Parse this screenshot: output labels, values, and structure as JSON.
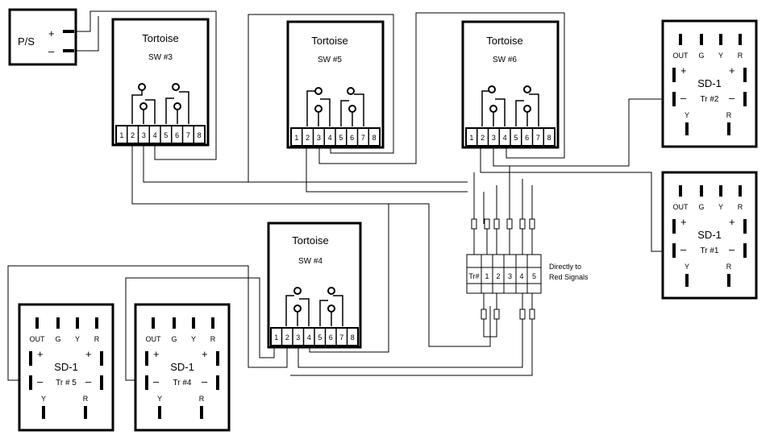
{
  "power_supply": {
    "label": "P/S",
    "plus": "+",
    "minus": "–"
  },
  "tortoises": [
    {
      "title": "Tortoise",
      "name": "SW #3"
    },
    {
      "title": "Tortoise",
      "name": "SW #5"
    },
    {
      "title": "Tortoise",
      "name": "SW #6"
    },
    {
      "title": "Tortoise",
      "name": "SW #4"
    }
  ],
  "terminal_numbers": [
    "1",
    "2",
    "3",
    "4",
    "5",
    "6",
    "7",
    "8"
  ],
  "sd1_modules": [
    {
      "title": "SD-1",
      "track": "Tr #2"
    },
    {
      "title": "SD-1",
      "track": "Tr #1"
    },
    {
      "title": "SD-1",
      "track": "Tr # 5"
    },
    {
      "title": "SD-1",
      "track": "Tr #4"
    }
  ],
  "sd1_pins": {
    "out": "OUT",
    "g": "G",
    "y": "Y",
    "r": "R",
    "plus": "+",
    "minus": "–",
    "y_bottom": "Y",
    "r_bottom": "R"
  },
  "terminal_strip": {
    "header": [
      "Tr#",
      "1",
      "2",
      "3",
      "4",
      "5"
    ],
    "note_line1": "Directly to",
    "note_line2": "Red Signals"
  }
}
